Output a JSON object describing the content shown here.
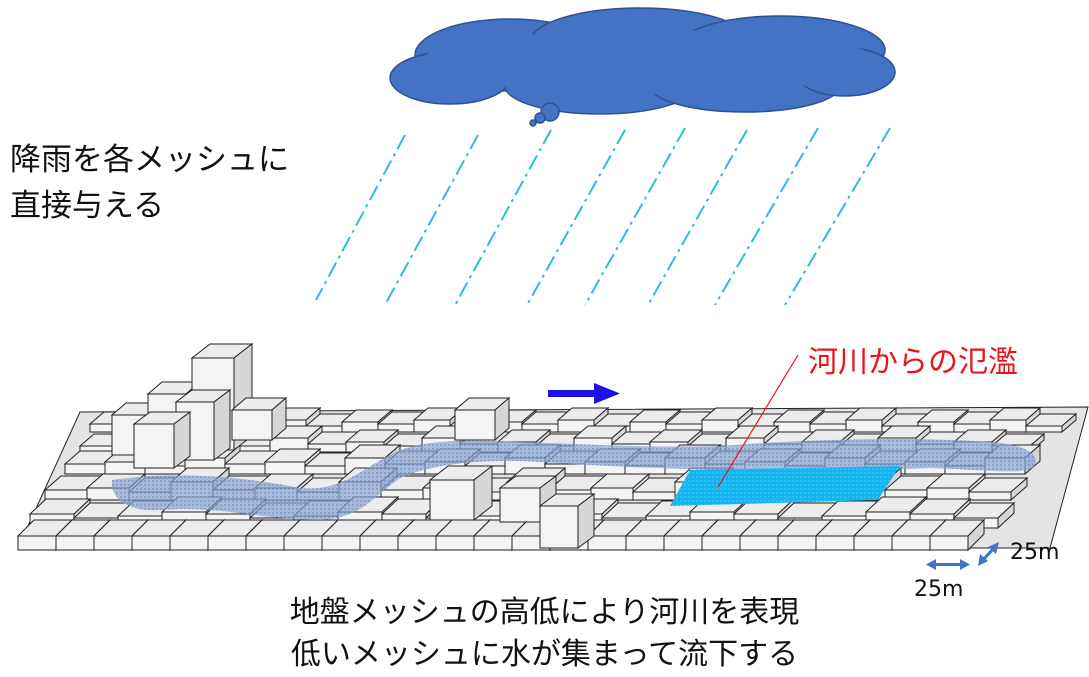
{
  "rain_label": {
    "lines": [
      "降雨を各メッシュに",
      "直接与える"
    ]
  },
  "flood_label": "河川からの氾濫",
  "caption": {
    "lines": [
      "地盤メッシュの高低により河川を表現",
      "低いメッシュに水が集まって流下する"
    ]
  },
  "dimensions": {
    "mesh_width": "25m",
    "mesh_depth": "25m"
  },
  "colors": {
    "cloud": "#4472c4",
    "rain": "#2fb8e8",
    "river": "#7d98cc",
    "flood": "#14b4ee",
    "flow_arrow": "#1a10e8",
    "flood_label": "#e8141c",
    "block_top": "#ececec",
    "block_side": "#d6d6d6"
  },
  "icons": {
    "flow_direction": "arrow-right-icon",
    "dimension_arrow": "double-arrow-icon"
  }
}
